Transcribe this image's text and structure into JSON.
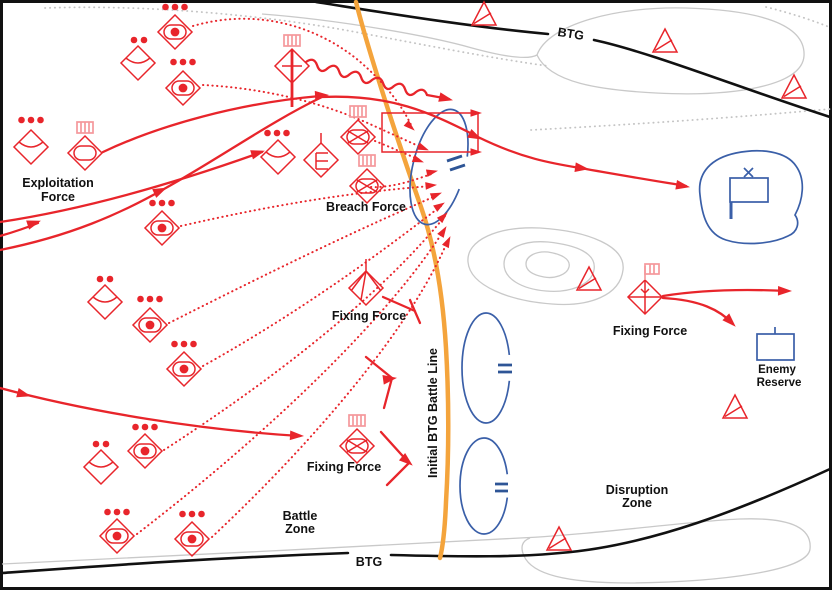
{
  "colors": {
    "hostile_red": "#e8252b",
    "flag_pink": "#f5989b",
    "enemy_blue": "#3a5fa8",
    "breach_mark_blue": "#2e5596",
    "battle_line_orange": "#f4a43c",
    "boundary_black": "#111111",
    "terrain_gray": "#c9c9c9"
  },
  "labels": {
    "exploitation_force": [
      "Exploitation",
      "Force"
    ],
    "breach_force": "Breach Force",
    "fixing_force_center": "Fixing Force",
    "fixing_force_bottom": "Fixing Force",
    "fixing_force_right": "Fixing Force",
    "enemy_reserve": [
      "Enemy",
      "Reserve"
    ],
    "disruption_zone": [
      "Disruption",
      "Zone"
    ],
    "battle_zone": [
      "Battle",
      "Zone"
    ],
    "btg_top": "BTG",
    "btg_bottom": "BTG",
    "initial_btg_battle_line": "Initial BTG Battle Line"
  },
  "icons": {
    "diamond_arc": "recon-unit-diamond-icon",
    "diamond_oval_dot": "motorized-unit-diamond-icon",
    "diamond_oval_flag": "hq-unit-diamond-icon",
    "diamond_x_oval_flag": "breach-engineer-diamond-icon",
    "diamond_bar_cross_flag": "ew-unit-diamond-icon",
    "diamond_e": "engineer-unit-diamond-icon",
    "diamond_fan": "artillery-unit-diamond-icon",
    "diamond_quartered_flag": "fixing-unit-diamond-icon",
    "triangle_op": "observation-post-triangle-icon",
    "blue_flag_objective": "enemy-brigade-objective-icon",
    "blue_rect": "enemy-reserve-unit-icon",
    "blue_ellipse": "enemy-defensive-position-icon",
    "breach_gap_marks": "breach-point-icon",
    "echelon_dots_3": "battalion-dots-icon",
    "echelon_dots_2": "company-dots-icon"
  }
}
